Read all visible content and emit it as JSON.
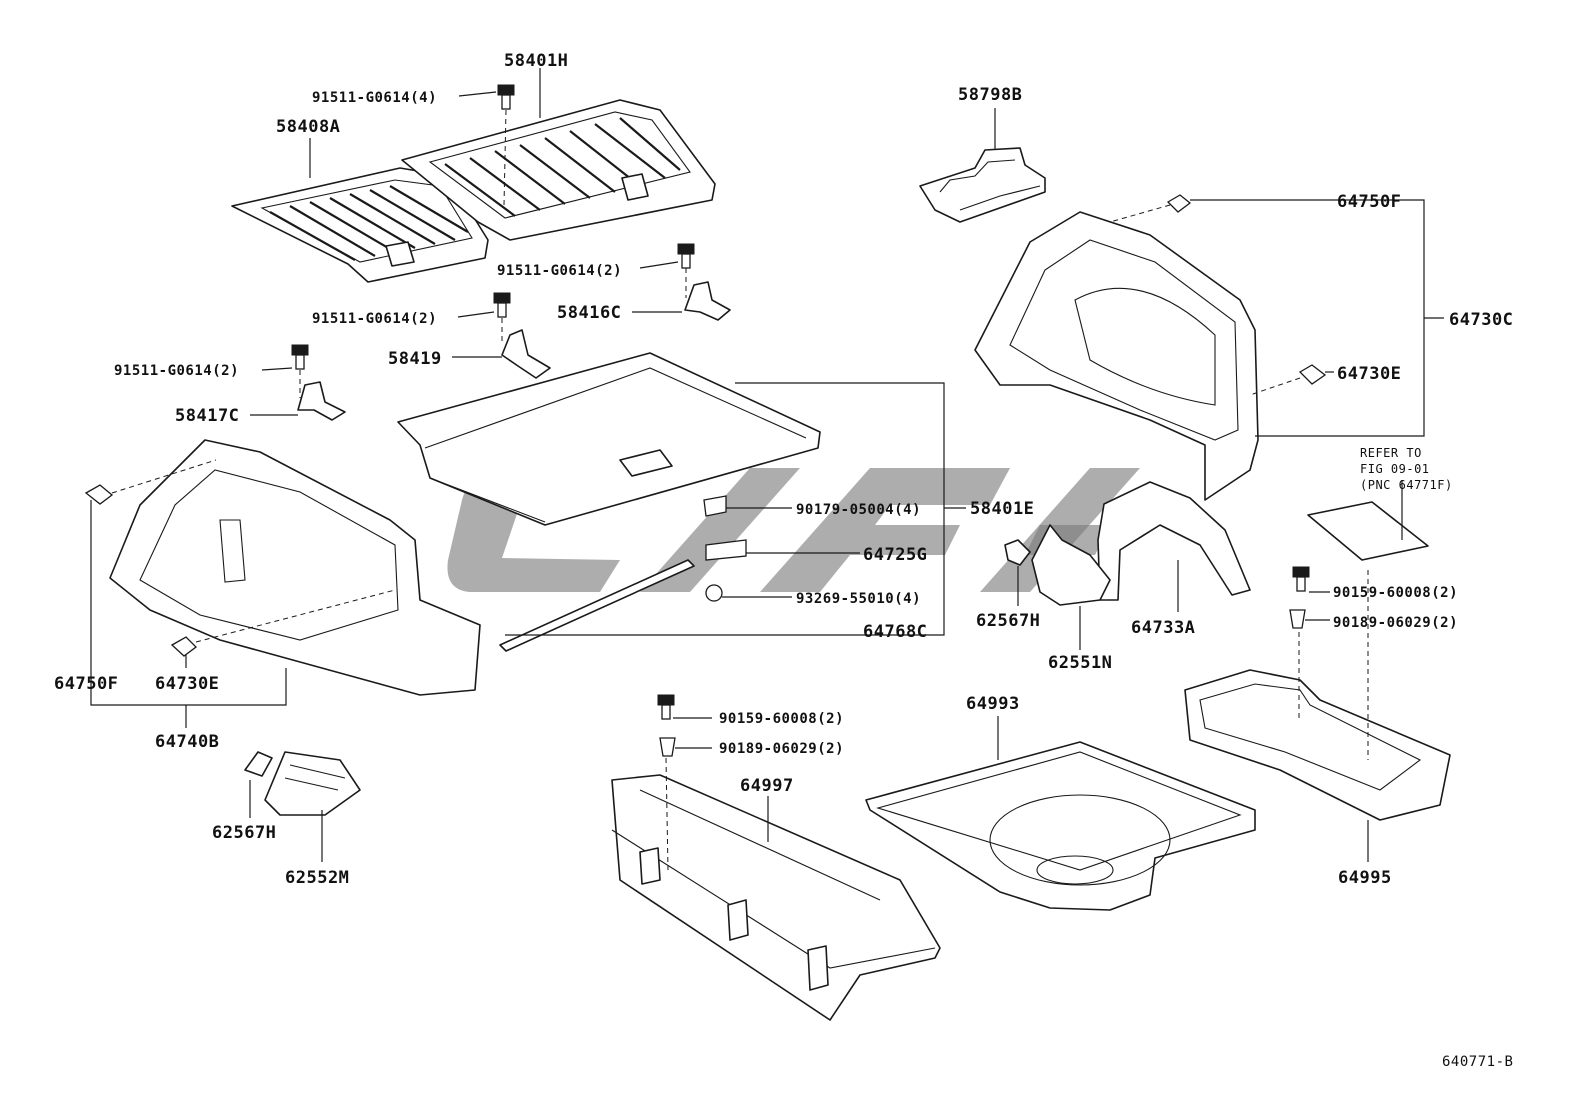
{
  "labels": {
    "p58401H": "58401H",
    "p91511_4": "91511-G0614(4)",
    "p58408A": "58408A",
    "p58798B": "58798B",
    "p64750F_r": "64750F",
    "p64730C": "64730C",
    "p64730E_r": "64730E",
    "p91511_2a": "91511-G0614(2)",
    "p58416C": "58416C",
    "p91511_2b": "91511-G0614(2)",
    "p58419": "58419",
    "p91511_2c": "91511-G0614(2)",
    "p58417C": "58417C",
    "p90179": "90179-05004(4)",
    "p58401E": "58401E",
    "p64725G": "64725G",
    "p93269": "93269-55010(4)",
    "p64768C": "64768C",
    "p62567H_r": "62567H",
    "p62551N": "62551N",
    "p64733A": "64733A",
    "p90159_r": "90159-60008(2)",
    "p90189_r": "90189-06029(2)",
    "p64750F_l": "64750F",
    "p64730E_l": "64730E",
    "p64740B": "64740B",
    "p90159_c": "90159-60008(2)",
    "p90189_c": "90189-06029(2)",
    "p64993": "64993",
    "p64997": "64997",
    "p62567H_l": "62567H",
    "p62552M": "62552M",
    "p64995": "64995",
    "diagram_code": "640771-B"
  },
  "reference_note": {
    "line1": "REFER TO",
    "line2": "FIG 09-01",
    "line3": "(PNC 64771F)"
  },
  "icons": {
    "watermark": "brand-watermark-icon",
    "bolt": "bolt-icon",
    "clip": "clip-icon",
    "nut": "nut-icon"
  },
  "colors": {
    "line": "#1a1a1a",
    "watermark": "#7a7a7a",
    "background": "#ffffff"
  }
}
